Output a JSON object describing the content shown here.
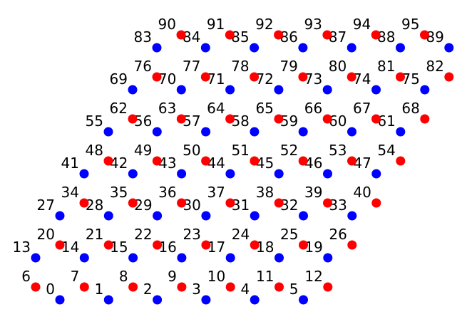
{
  "colors": {
    "type_a": "#0000ff",
    "type_b": "#ff0000",
    "background": "#ffffff",
    "label": "#000000"
  },
  "lattice": {
    "type_a_rows": [
      [
        "0",
        "1",
        "2",
        "3",
        "4",
        "5"
      ],
      [
        "13",
        "14",
        "15",
        "16",
        "17",
        "18",
        "19"
      ],
      [
        "27",
        "28",
        "29",
        "30",
        "31",
        "32",
        "33"
      ],
      [
        "41",
        "42",
        "43",
        "44",
        "45",
        "46",
        "47"
      ],
      [
        "55",
        "56",
        "57",
        "58",
        "59",
        "60",
        "61"
      ],
      [
        "69",
        "70",
        "71",
        "72",
        "73",
        "74",
        "75"
      ],
      [
        "83",
        "84",
        "85",
        "86",
        "87",
        "88",
        "89"
      ]
    ],
    "type_b_rows": [
      [
        "6",
        "7",
        "8",
        "9",
        "10",
        "11",
        "12"
      ],
      [
        "20",
        "21",
        "22",
        "23",
        "24",
        "25",
        "26"
      ],
      [
        "34",
        "35",
        "36",
        "37",
        "38",
        "39",
        "40"
      ],
      [
        "48",
        "49",
        "50",
        "51",
        "52",
        "53",
        "54"
      ],
      [
        "62",
        "63",
        "64",
        "65",
        "66",
        "67",
        "68"
      ],
      [
        "76",
        "77",
        "78",
        "79",
        "80",
        "81",
        "82"
      ],
      [
        "90",
        "91",
        "92",
        "93",
        "94",
        "95"
      ]
    ]
  }
}
